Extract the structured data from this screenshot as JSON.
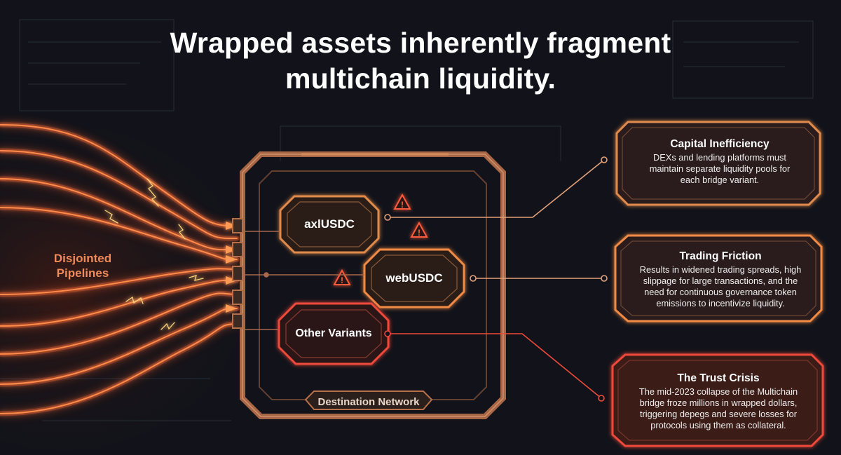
{
  "title_lines": [
    "Wrapped assets inherently fragment",
    "multichain liquidity."
  ],
  "pipelines_label": [
    "Disjointed",
    "Pipelines"
  ],
  "tokens": {
    "axl": "axlUSDC",
    "web": "webUSDC",
    "other": "Other Variants"
  },
  "destination_label": "Destination Network",
  "cards": [
    {
      "title": "Capital Inefficiency",
      "lines": [
        "DEXs and lending platforms must",
        "maintain separate liquidity pools for",
        "each bridge variant."
      ]
    },
    {
      "title": "Trading Friction",
      "lines": [
        "Results in widened trading spreads, high",
        "slippage for large transactions, and the",
        "need for continuous governance token",
        "emissions to incentivize liquidity."
      ]
    },
    {
      "title": "The Trust Crisis",
      "lines": [
        "The mid-2023 collapse of the Multichain",
        "bridge froze millions in wrapped dollars,",
        "triggering depegs and severe losses for",
        "protocols using them as collateral."
      ]
    }
  ],
  "colors": {
    "background": "#12131a",
    "accent_orange": "#f0803c",
    "accent_red": "#e8433a",
    "frame": "#b8704a",
    "pipeline_label": "#f08a5a"
  },
  "icons": [
    "warning-icon",
    "warning-icon",
    "warning-icon"
  ]
}
